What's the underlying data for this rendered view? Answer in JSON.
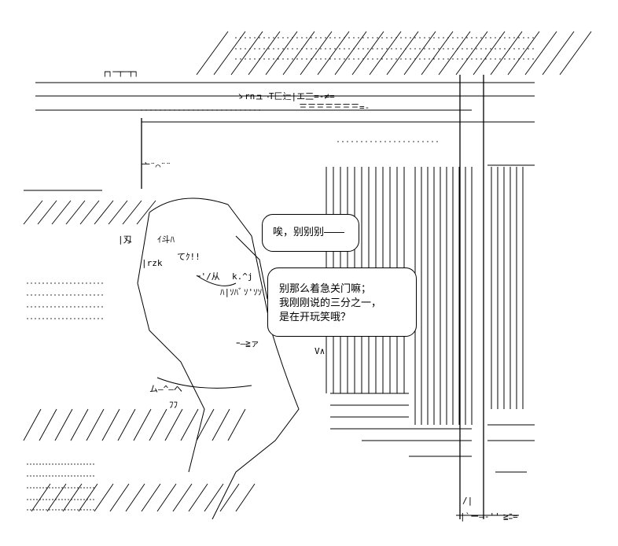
{
  "dialogue": {
    "bubble_1": {
      "lines": [
        "唉，别别别――"
      ]
    },
    "bubble_2": {
      "lines": [
        "别那么着急关门嘛；",
        "我刚刚说的三分之一，",
        "是在开玩笑哦？"
      ]
    }
  },
  "art": {
    "fragments": [
      "┌┐─┬─┬┐",
      "ゝrnュ¬T匚辷|エ三=-≠=",
      "亠¨⌒¨¨",
      "三三三三三三三=-",
      "|刄",
      "|rzk",
      "ｲ斗ﾊ",
      "てｸ!!",
      "ｰ'/从",
      "k.^j",
      "ﾊ|ｿﾊﾞ",
      "ｿ'ｿｿ",
      "ム―^―ヘ",
      "V∧",
      "ｰ―≧ァ",
      "ﾌﾌ",
      "/|",
      "|`ー―-''",
      "≧ﾆ="
    ]
  }
}
